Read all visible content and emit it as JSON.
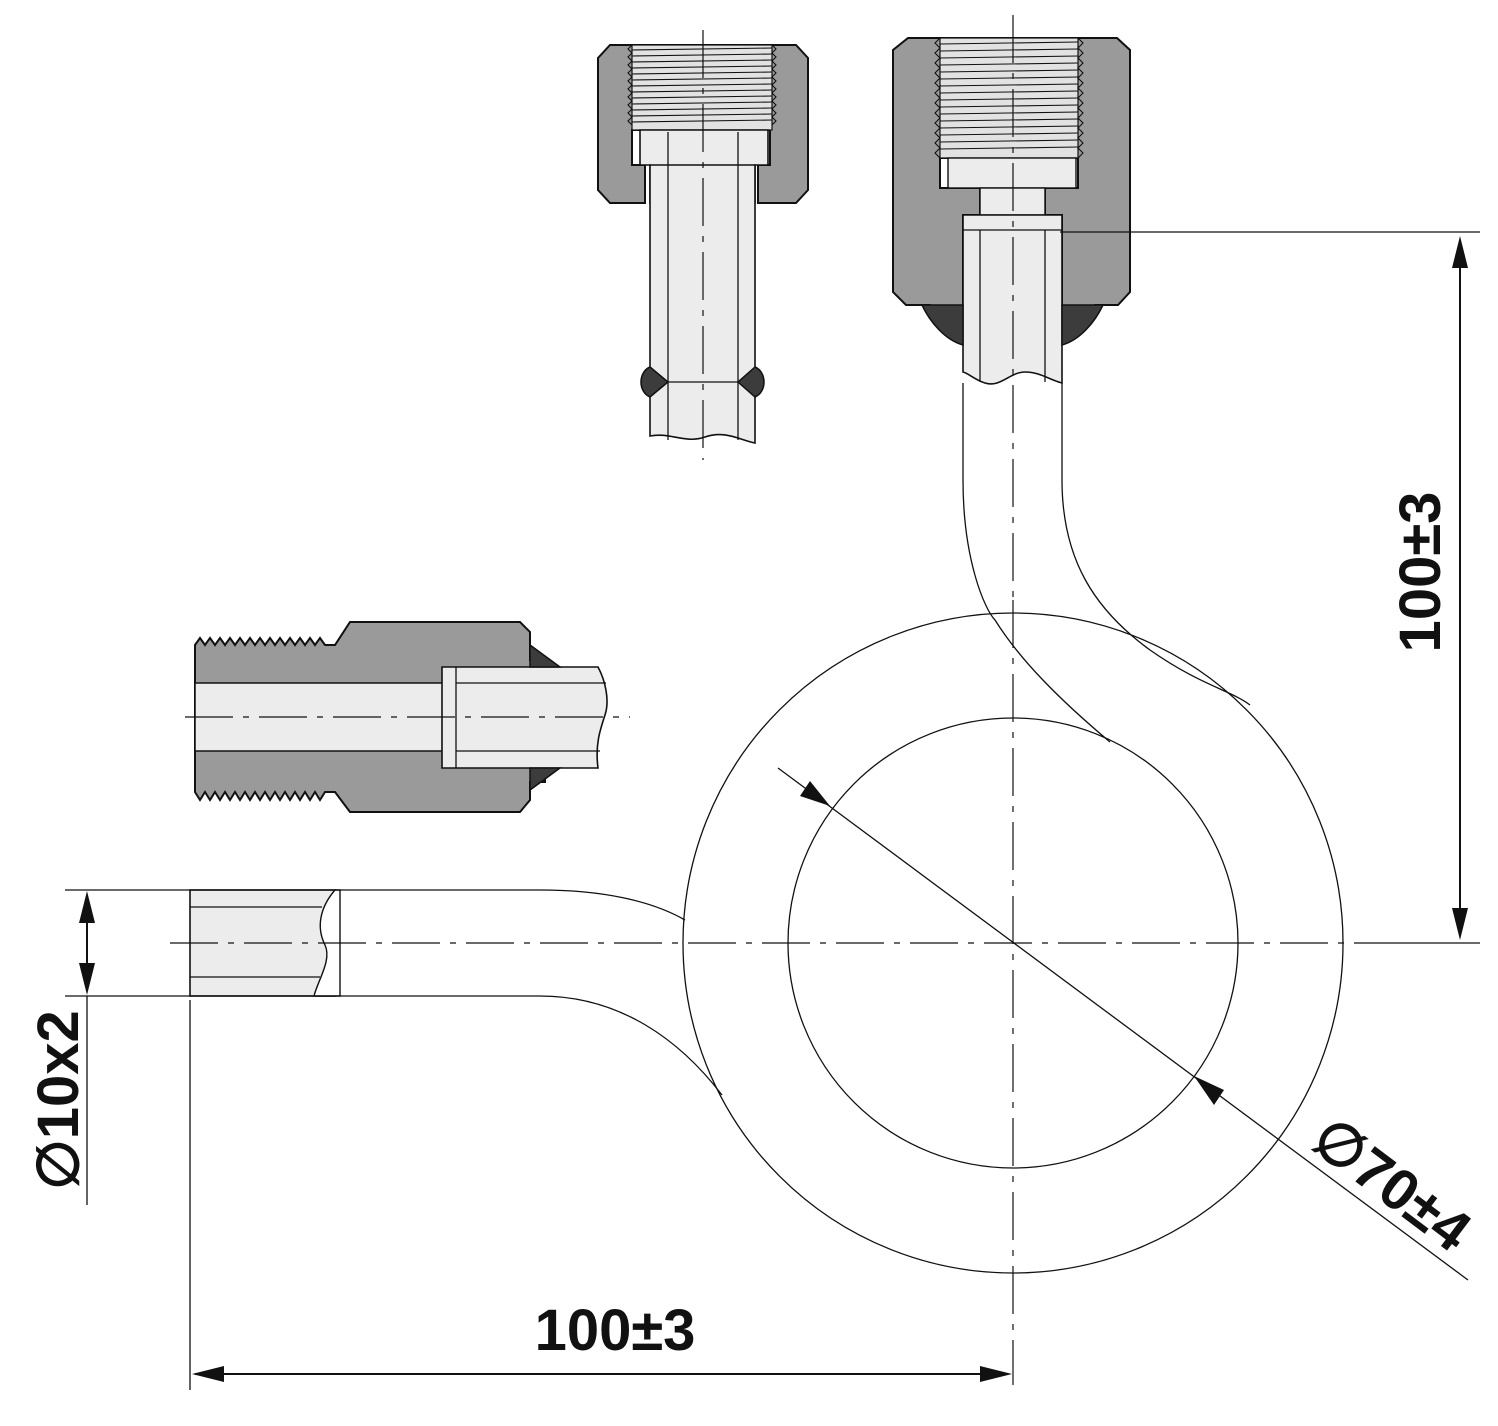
{
  "dimensions": {
    "height_loop": "100±3",
    "width_loop": "100±3",
    "tube_diameter": "∅10x2",
    "loop_diameter": "∅70±4"
  }
}
